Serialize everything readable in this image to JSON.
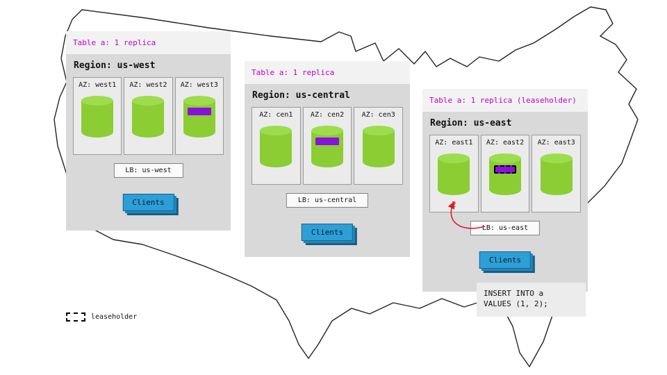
{
  "legend": {
    "label": "leaseholder"
  },
  "panels": [
    {
      "id": "us-west",
      "header": "Table a: 1 replica",
      "region_label": "Region: us-west",
      "azs": [
        {
          "label": "AZ: west1",
          "replica": false
        },
        {
          "label": "AZ: west2",
          "replica": false
        },
        {
          "label": "AZ: west3",
          "replica": true
        }
      ],
      "lb_label": "LB: us-west",
      "clients_label": "Clients"
    },
    {
      "id": "us-central",
      "header": "Table a: 1 replica",
      "region_label": "Region: us-central",
      "azs": [
        {
          "label": "AZ: cen1",
          "replica": false
        },
        {
          "label": "AZ: cen2",
          "replica": true
        },
        {
          "label": "AZ: cen3",
          "replica": false
        }
      ],
      "lb_label": "LB: us-central",
      "clients_label": "Clients"
    },
    {
      "id": "us-east",
      "header": "Table a: 1 replica (leaseholder)",
      "region_label": "Region: us-east",
      "azs": [
        {
          "label": "AZ: east1",
          "replica": false
        },
        {
          "label": "AZ: east2",
          "leaseholder": true
        },
        {
          "label": "AZ: east3",
          "replica": false
        }
      ],
      "lb_label": "LB: us-east",
      "clients_label": "Clients",
      "arrow_label": "2",
      "query_line1": "INSERT INTO a",
      "query_line2": "VALUES (1, 2);"
    }
  ],
  "colors": {
    "panel_bg": "#d9d9d9",
    "header_text": "#bb00cc",
    "cylinder": "#8ccd33",
    "cylinder_top": "#9ddd4d",
    "replica_purple": "#8812dd",
    "clients_blue": "#2e9ed6",
    "arrow_red": "#e01b24"
  }
}
